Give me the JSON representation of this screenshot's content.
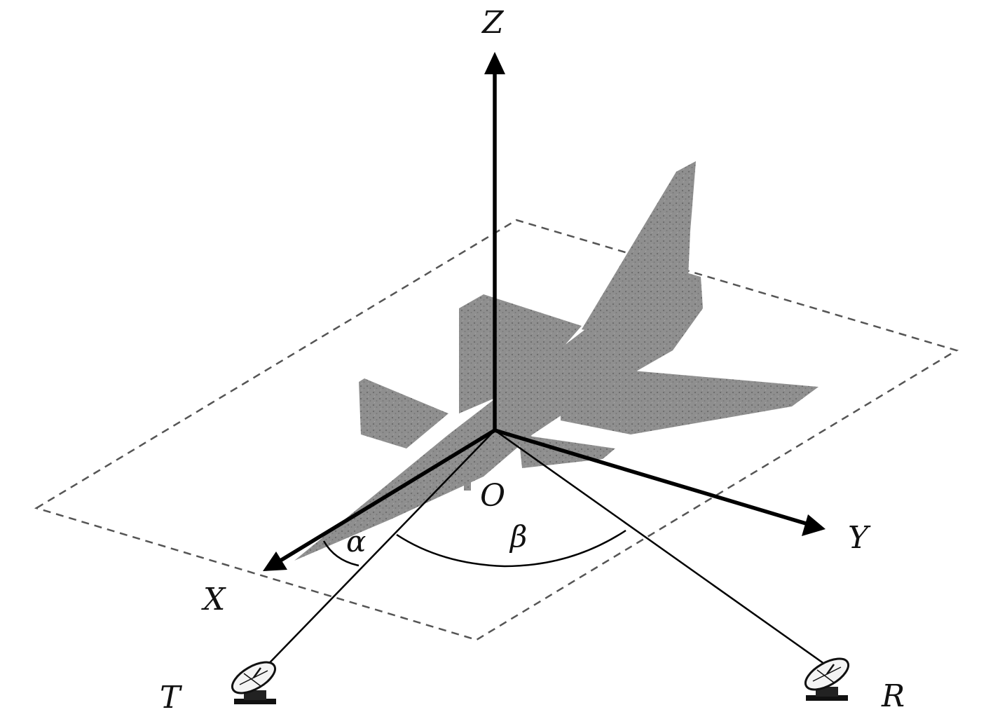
{
  "diagram": {
    "labels": {
      "z_axis": "Z",
      "y_axis": "Y",
      "x_axis": "X",
      "origin": "O",
      "alpha": "α",
      "beta": "β",
      "transmitter": "T",
      "receiver": "R"
    },
    "icons": {
      "transmitter": "radar-dish-icon",
      "receiver": "radar-dish-icon",
      "target": "aircraft-icon"
    },
    "colors": {
      "axis": "#000000",
      "aircraft": "#8f8f8f",
      "aircraft_texture": "#6f6f6f",
      "plane_outline": "#555555"
    }
  }
}
